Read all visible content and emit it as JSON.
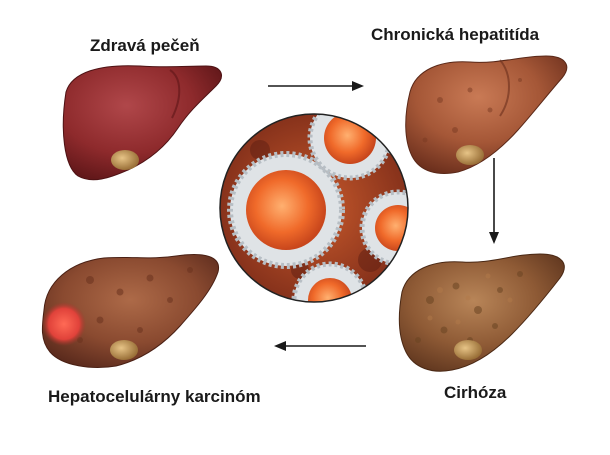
{
  "stages": {
    "healthy": "Zdravá pečeň",
    "hepatitis": "Chronická hepatitída",
    "cirrhosis": "Cirhóza",
    "carcinoma": "Hepatocelulárny karcinóm"
  },
  "colors": {
    "healthy_liver": "#8e2a2c",
    "hepatitis_liver": "#a55737",
    "cirrhosis_liver": "#8e5a35",
    "carcinoma_liver": "#8a4a30",
    "tumor": "#e0423a",
    "gallbladder": "#c79a5a",
    "virus_core": "#f06a2a",
    "virus_shell": "#dfe3e6",
    "arrow": "#1a1a1a"
  }
}
